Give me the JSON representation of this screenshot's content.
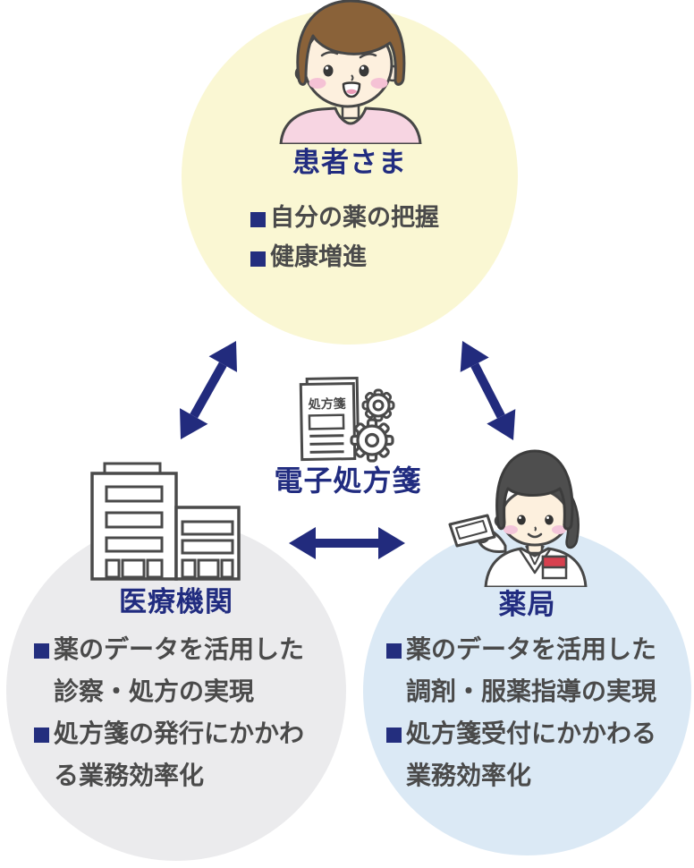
{
  "diagram": {
    "center": {
      "label": "電子処方箋",
      "doc_label": "処方箋"
    },
    "patient": {
      "title": "患者さま",
      "bullets": [
        "自分の薬の把握",
        "健康増進"
      ]
    },
    "medical": {
      "title": "医療機関",
      "bullet1_line1": "薬のデータを活用した",
      "bullet1_line2": "診察・処方の実現",
      "bullet2_line1": "処方箋の発行にかかわ",
      "bullet2_line2": "る業務効率化"
    },
    "pharmacy": {
      "title": "薬局",
      "bullet1_line1": "薬のデータを活用した",
      "bullet1_line2": "調剤・服薬指導の実現",
      "bullet2_line1": "処方箋受付にかかわる",
      "bullet2_line2": "業務効率化"
    },
    "icons": {
      "patient": "patient-avatar-icon",
      "medical": "hospital-building-icon",
      "pharmacy": "pharmacist-avatar-icon",
      "center": "prescription-document-gears-icon",
      "links": "double-headed-arrow-icon"
    },
    "colors": {
      "navy": "#212c80",
      "text_gray": "#4a4a4a",
      "patient_circle": "#faf7d3",
      "medical_circle": "#ebebed",
      "pharmacy_circle": "#dbe9f5",
      "badge_red": "#d7404e"
    }
  }
}
